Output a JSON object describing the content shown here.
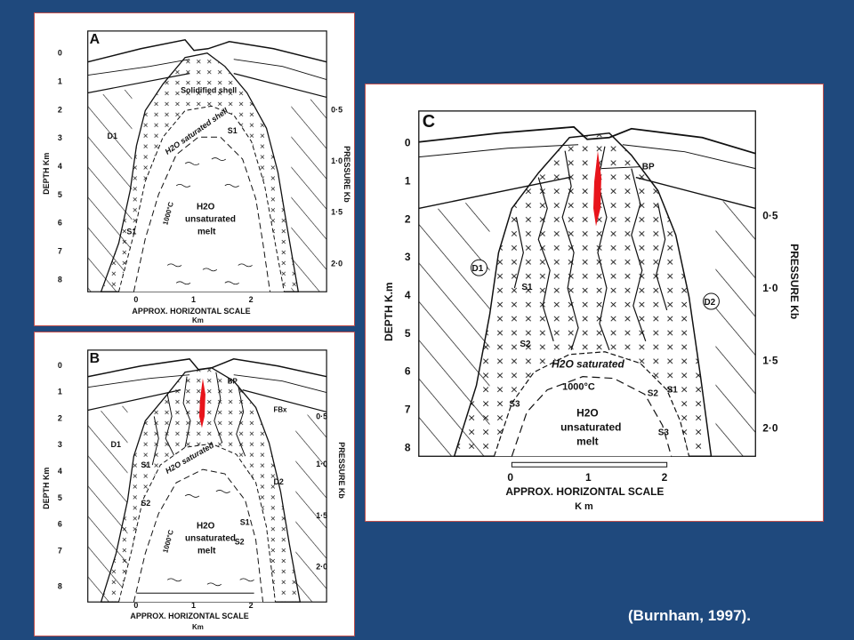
{
  "citation": "(Burnham, 1997).",
  "colors": {
    "background": "#1f497d",
    "panel_border": "#c0504d",
    "intrusion_red": "#e8141b",
    "ink": "#111111"
  },
  "panels": [
    {
      "id": "A",
      "depth_label": "DEPTH Km",
      "pressure_label": "PRESSURE Kb",
      "horizontal_label": "APPROX. HORIZONTAL SCALE",
      "horizontal_unit": "Km",
      "depth_ticks": [
        "0",
        "1",
        "2",
        "3",
        "4",
        "5",
        "6",
        "7",
        "8"
      ],
      "pressure_ticks": [
        "0·5",
        "1·0",
        "1·5",
        "2·0"
      ],
      "horizontal_ticks": [
        "0",
        "1",
        "2"
      ],
      "labels": {
        "shell": "Solidified shell",
        "saturated": "H2O saturated shell",
        "temp": "1000°C",
        "melt1": "H2O",
        "melt2": "unsaturated",
        "melt3": "melt",
        "d1": "D1",
        "s1": "S1",
        "s1b": "S1"
      }
    },
    {
      "id": "B",
      "depth_label": "DEPTH Km",
      "pressure_label": "PRESSURE Kb",
      "horizontal_label": "APPROX. HORIZONTAL SCALE",
      "horizontal_unit": "Km",
      "depth_ticks": [
        "0",
        "1",
        "2",
        "3",
        "4",
        "5",
        "6",
        "7",
        "8"
      ],
      "pressure_ticks": [
        "0·5",
        "1·0",
        "1·5",
        "2·0"
      ],
      "horizontal_ticks": [
        "0",
        "1",
        "2"
      ],
      "labels": {
        "saturated": "H2O saturated",
        "temp": "1000°C",
        "melt1": "H2O",
        "melt2": "unsaturated",
        "melt3": "melt",
        "d1": "D1",
        "d2": "D2",
        "s1": "S1",
        "s2": "S2",
        "s1b": "S1",
        "s2b": "S2",
        "bp": "BP",
        "fbx": "FBx"
      }
    },
    {
      "id": "C",
      "depth_label": "DEPTH K.m",
      "pressure_label": "PRESSURE Kb",
      "horizontal_label": "APPROX. HORIZONTAL SCALE",
      "horizontal_unit": "K m",
      "depth_ticks": [
        "0",
        "1",
        "2",
        "3",
        "4",
        "5",
        "6",
        "7",
        "8"
      ],
      "pressure_ticks": [
        "0·5",
        "1·0",
        "1·5",
        "2·0"
      ],
      "horizontal_ticks": [
        "0",
        "1",
        "2"
      ],
      "labels": {
        "saturated": "H2O saturated",
        "temp": "1000°C",
        "melt1": "H2O",
        "melt2": "unsaturated",
        "melt3": "melt",
        "d1": "D1",
        "d2": "D2",
        "s1": "S1",
        "s2": "S2",
        "s3": "S3",
        "s1b": "S1",
        "s2b": "S2",
        "s3b": "S3",
        "bp": "BP"
      }
    }
  ]
}
